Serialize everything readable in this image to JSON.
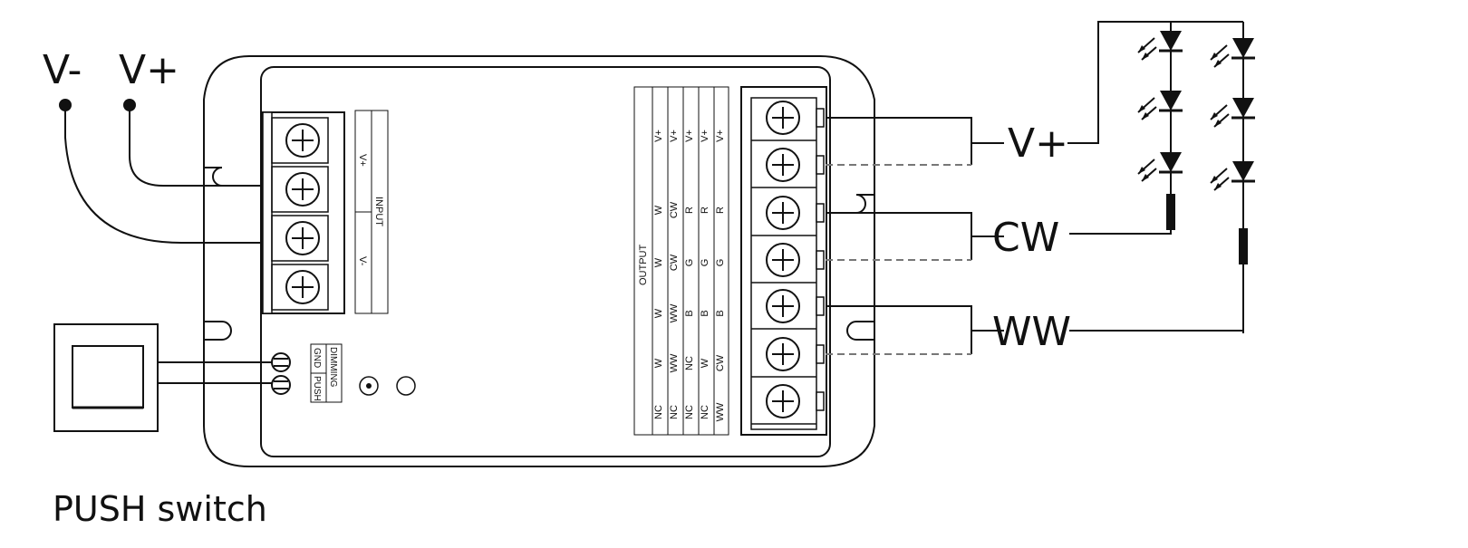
{
  "diagram": {
    "supply_labels": {
      "negative": "V-",
      "positive": "V+"
    },
    "input_block": {
      "title": "INPUT",
      "positive": "V+",
      "negative": "V-"
    },
    "push_block": {
      "dimming": "DIMMING",
      "gnd": "GND",
      "push": "PUSH"
    },
    "output_table": {
      "title": "OUTPUT",
      "columns": [
        [
          "V+",
          "W",
          "W",
          "W",
          "W",
          "NC"
        ],
        [
          "V+",
          "CW",
          "CW",
          "WW",
          "WW",
          "NC"
        ],
        [
          "V+",
          "R",
          "G",
          "B",
          "NC",
          "NC"
        ],
        [
          "V+",
          "R",
          "G",
          "B",
          "W",
          "NC"
        ],
        [
          "V+",
          "R",
          "G",
          "B",
          "CW",
          "WW"
        ]
      ]
    },
    "output_labels": {
      "vplus": "V+",
      "cw": "CW",
      "ww": "WW"
    },
    "caption": "PUSH switch"
  }
}
